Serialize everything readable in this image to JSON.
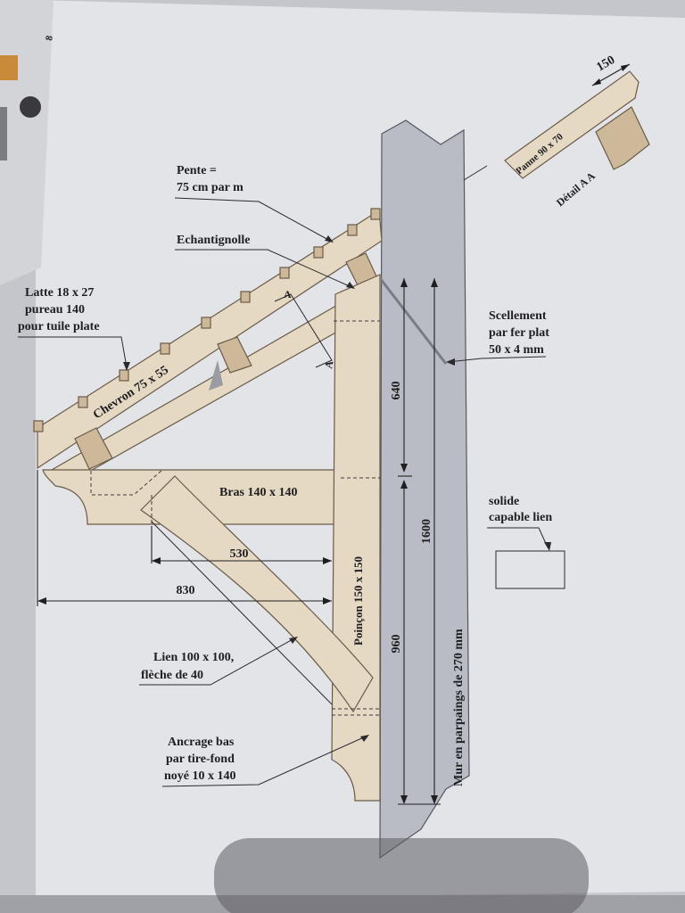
{
  "page": {
    "page_number": "8"
  },
  "labels": {
    "pente_l1": "Pente =",
    "pente_l2": "75 cm par m",
    "echantignolle": "Echantignolle",
    "latte_l1": "Latte 18 x 27",
    "latte_l2": "pureau 140",
    "latte_l3": "pour tuile plate",
    "chevron": "Chevron 75 x 55",
    "section_a1": "A",
    "section_a2": "A",
    "panne": "Panne 90 x 70",
    "detail": "Détail A A",
    "panne_width": "150",
    "scellement_l1": "Scellement",
    "scellement_l2": "par fer plat",
    "scellement_l3": "50 x 4 mm",
    "bras": "Bras 140 x 140",
    "poincon": "Poinçon 150 x 150",
    "mur": "Mur en parpaings de 270 mm",
    "solide_l1": "solide",
    "solide_l2": "capable lien",
    "lien_l1": "Lien 100 x 100,",
    "lien_l2": "flèche de 40",
    "ancrage_l1": "Ancrage bas",
    "ancrage_l2": "par tire-fond",
    "ancrage_l3": "noyé 10 x 140"
  },
  "dimensions": {
    "d640": "640",
    "d960": "960",
    "d1600": "1600",
    "d530": "530",
    "d830": "830"
  },
  "colors": {
    "wood": "#e6d9c4",
    "wall": "#b9bcc4",
    "ink": "#1f1f22"
  }
}
